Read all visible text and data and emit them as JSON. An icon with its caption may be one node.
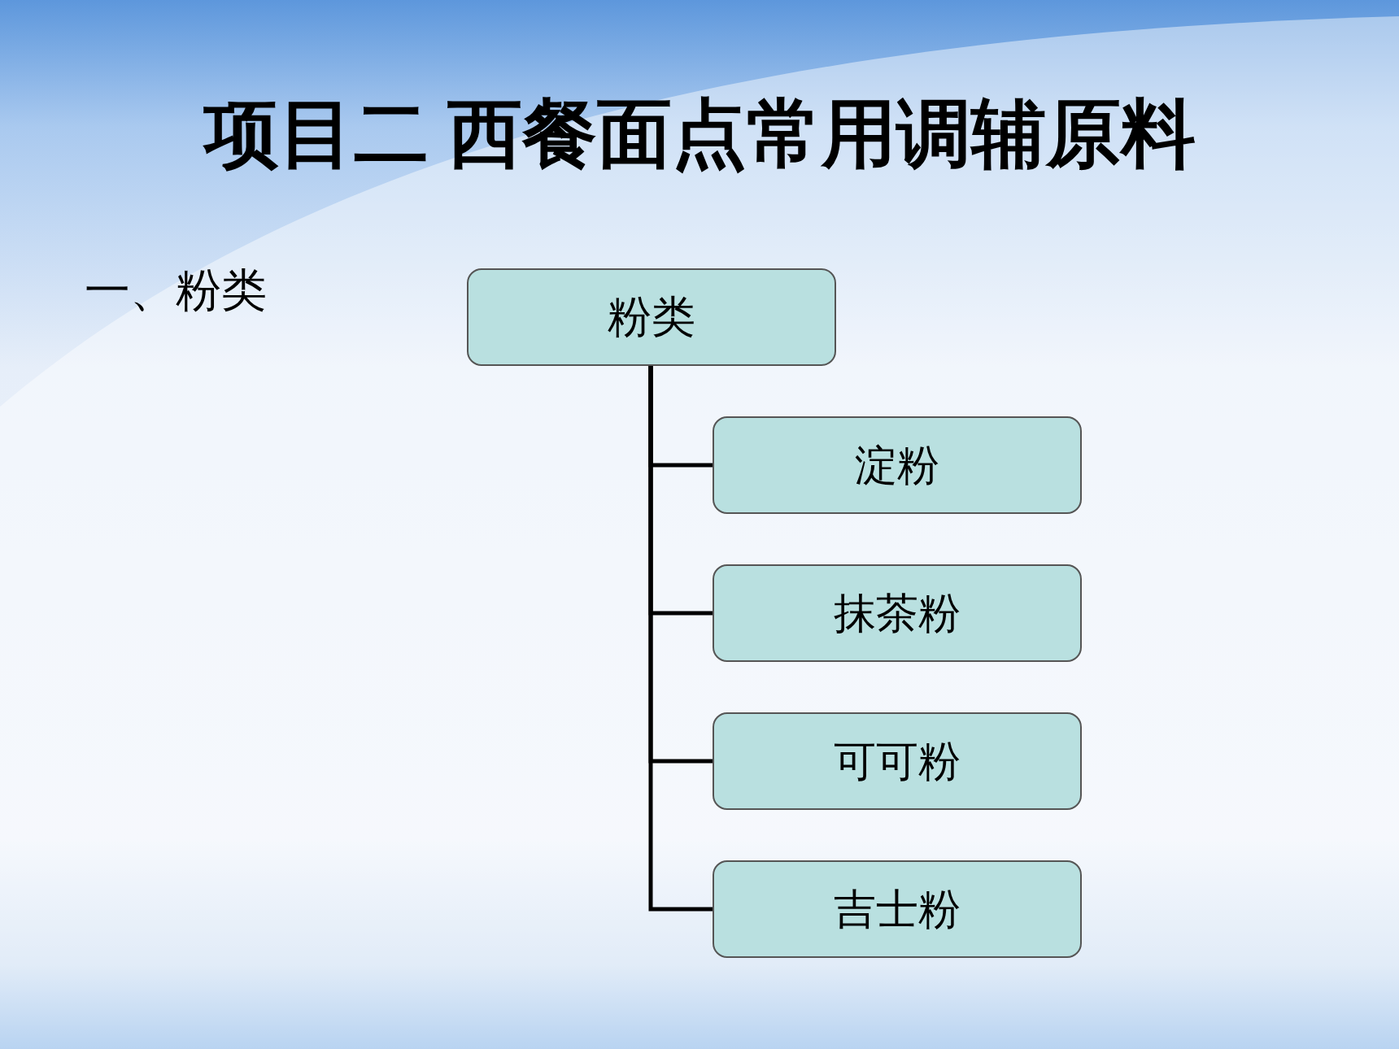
{
  "diagram": {
    "title": "项目二 西餐面点常用调辅原料",
    "nodes": [
      {
        "text": [
          "粉类"
        ]
      },
      {
        "text": [
          "淀粉"
        ]
      },
      {
        "text": [
          "抹茶粉"
        ]
      },
      {
        "text": [
          "可可粉"
        ]
      },
      {
        "text": [
          "吉士粉"
        ]
      }
    ],
    "edges": [
      {
        "from": 0,
        "to": 1,
        "arrow": "none"
      },
      {
        "from": 0,
        "to": 2,
        "arrow": "none"
      },
      {
        "from": 0,
        "to": 3,
        "arrow": "none"
      },
      {
        "from": 0,
        "to": 4,
        "arrow": "none"
      }
    ],
    "labels": [
      "一、粉类"
    ]
  }
}
